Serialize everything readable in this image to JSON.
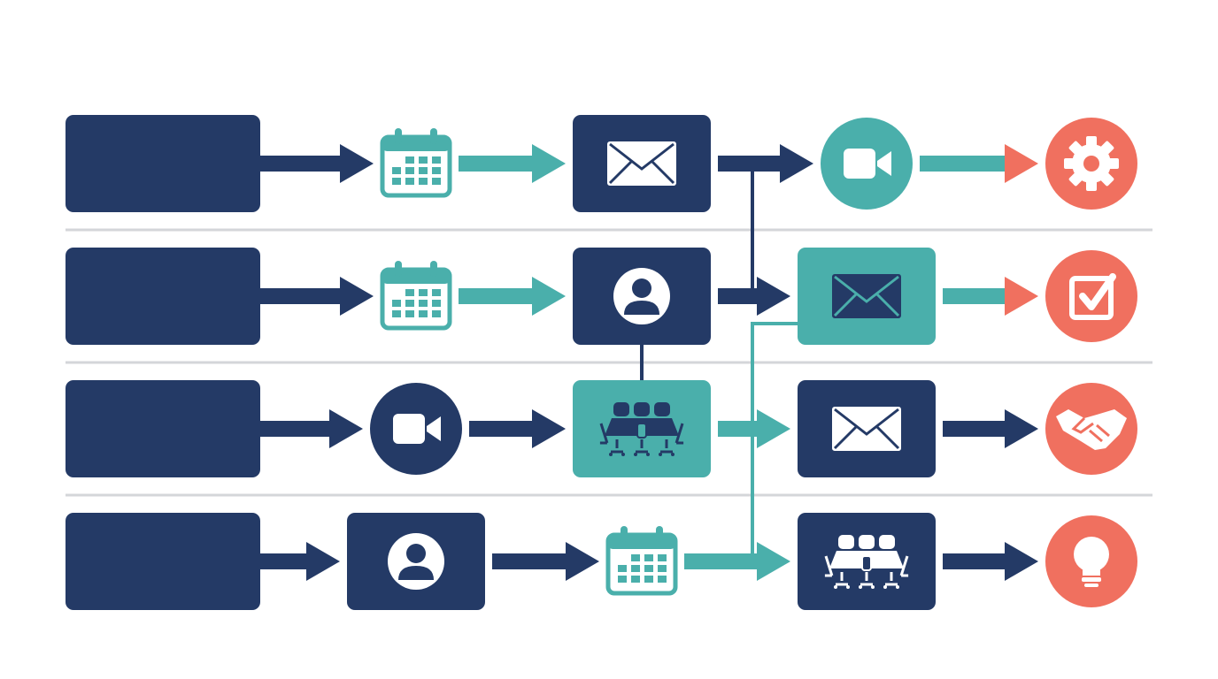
{
  "colors": {
    "navy": "#243a66",
    "teal": "#4aafab",
    "coral": "#f0705f",
    "divider": "#d4d6d9",
    "white": "#ffffff"
  },
  "rows": [
    {
      "steps": [
        {
          "kind": "label-box",
          "color": "navy"
        },
        {
          "kind": "arrow",
          "color": "navy"
        },
        {
          "kind": "icon",
          "icon": "calendar-icon",
          "color": "teal"
        },
        {
          "kind": "arrow",
          "color": "teal"
        },
        {
          "kind": "box",
          "icon": "envelope-icon",
          "color": "navy"
        },
        {
          "kind": "arrow",
          "color": "navy"
        },
        {
          "kind": "circle",
          "icon": "video-camera-icon",
          "color": "teal"
        },
        {
          "kind": "arrow",
          "color": "teal",
          "head": "coral"
        },
        {
          "kind": "circle",
          "icon": "gear-icon",
          "color": "coral"
        }
      ]
    },
    {
      "steps": [
        {
          "kind": "label-box",
          "color": "navy"
        },
        {
          "kind": "arrow",
          "color": "navy"
        },
        {
          "kind": "icon",
          "icon": "calendar-icon",
          "color": "teal"
        },
        {
          "kind": "arrow",
          "color": "teal"
        },
        {
          "kind": "box",
          "icon": "user-icon",
          "color": "navy"
        },
        {
          "kind": "arrow",
          "color": "navy"
        },
        {
          "kind": "box",
          "icon": "envelope-icon",
          "color": "teal"
        },
        {
          "kind": "arrow",
          "color": "teal",
          "head": "coral"
        },
        {
          "kind": "circle",
          "icon": "checkbox-icon",
          "color": "coral"
        }
      ]
    },
    {
      "steps": [
        {
          "kind": "label-box",
          "color": "navy"
        },
        {
          "kind": "arrow",
          "color": "navy"
        },
        {
          "kind": "circle",
          "icon": "video-camera-icon",
          "color": "navy"
        },
        {
          "kind": "arrow",
          "color": "navy"
        },
        {
          "kind": "box",
          "icon": "meeting-table-icon",
          "color": "teal"
        },
        {
          "kind": "arrow",
          "color": "teal"
        },
        {
          "kind": "box",
          "icon": "envelope-icon",
          "color": "navy"
        },
        {
          "kind": "arrow",
          "color": "navy"
        },
        {
          "kind": "circle",
          "icon": "handshake-icon",
          "color": "coral"
        }
      ]
    },
    {
      "steps": [
        {
          "kind": "label-box",
          "color": "navy"
        },
        {
          "kind": "arrow",
          "color": "navy"
        },
        {
          "kind": "box",
          "icon": "user-icon",
          "color": "navy"
        },
        {
          "kind": "arrow",
          "color": "navy"
        },
        {
          "kind": "icon",
          "icon": "calendar-icon",
          "color": "teal"
        },
        {
          "kind": "arrow",
          "color": "teal"
        },
        {
          "kind": "box",
          "icon": "meeting-table-icon",
          "color": "navy"
        },
        {
          "kind": "arrow",
          "color": "navy"
        },
        {
          "kind": "circle",
          "icon": "lightbulb-icon",
          "color": "coral"
        }
      ]
    }
  ],
  "connectors": [
    {
      "from": "row-1-email",
      "to": "row-2-email",
      "color": "navy"
    },
    {
      "from": "row-2-user",
      "to": "row-3-meeting",
      "color": "navy"
    },
    {
      "from": "row-2-email",
      "to": "row-4-meeting",
      "color": "teal"
    }
  ]
}
